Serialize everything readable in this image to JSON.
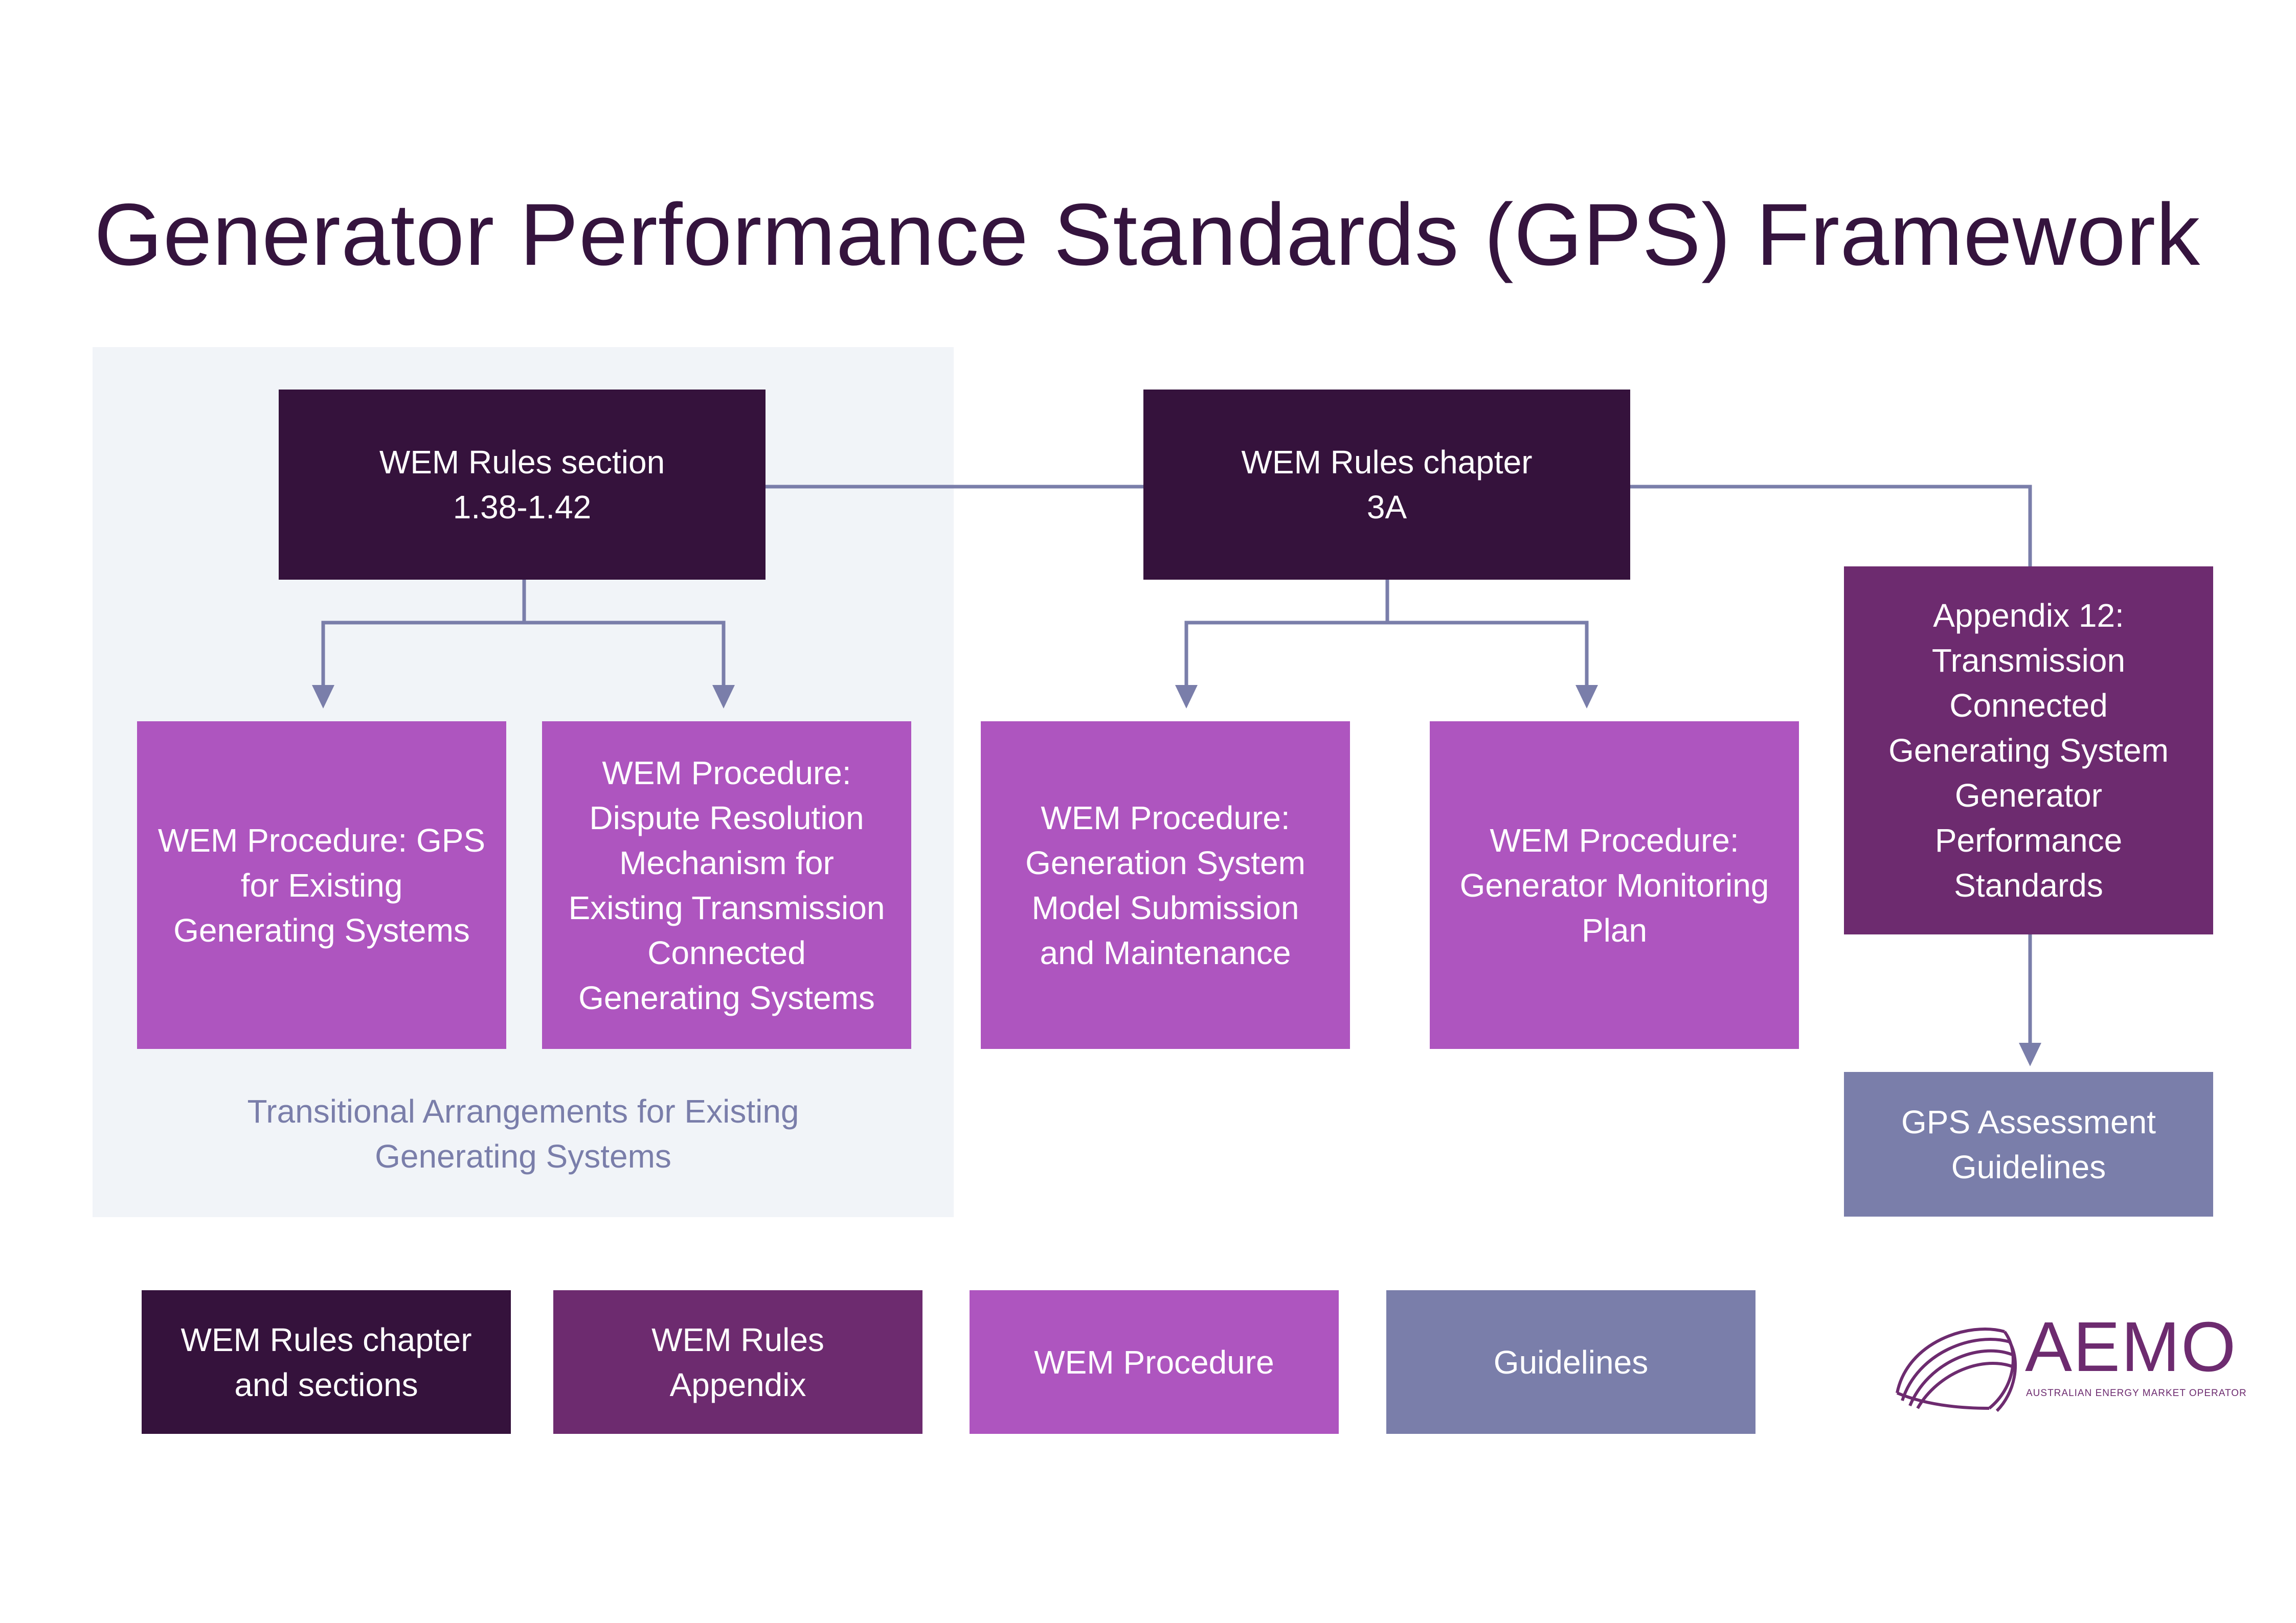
{
  "title": "Generator Performance Standards (GPS) Framework",
  "boxes": {
    "rules_section": "WEM Rules section\n1.38-1.42",
    "rules_chapter": "WEM Rules chapter\n3A",
    "appendix12": "Appendix 12:\nTransmission\nConnected\nGenerating System\nGenerator\nPerformance\nStandards",
    "proc_gps_existing": "WEM Procedure: GPS\nfor Existing\nGenerating Systems",
    "proc_dispute": "WEM Procedure:\nDispute Resolution\nMechanism for\nExisting Transmission\nConnected\nGenerating Systems",
    "proc_model": "WEM Procedure:\nGeneration System\nModel Submission\nand Maintenance",
    "proc_monitoring": "WEM Procedure:\nGenerator Monitoring\nPlan",
    "gps_guidelines": "GPS Assessment\nGuidelines"
  },
  "transitional_label": "Transitional Arrangements for Existing\nGenerating Systems",
  "legend": {
    "rules_chapter": "WEM Rules chapter\nand sections",
    "rules_appendix": "WEM Rules\nAppendix",
    "procedure": "WEM Procedure",
    "guidelines": "Guidelines"
  },
  "logo": {
    "name": "AEMO",
    "subtitle": "AUSTRALIAN ENERGY MARKET OPERATOR"
  },
  "colors": {
    "title": "#35143e",
    "rules": "#35123c",
    "appendix": "#6d2b6f",
    "procedure": "#ae55bf",
    "guidelines": "#7a7eaa",
    "transitional_bg": "#f1f4f8",
    "connector": "#7a7eaa"
  }
}
